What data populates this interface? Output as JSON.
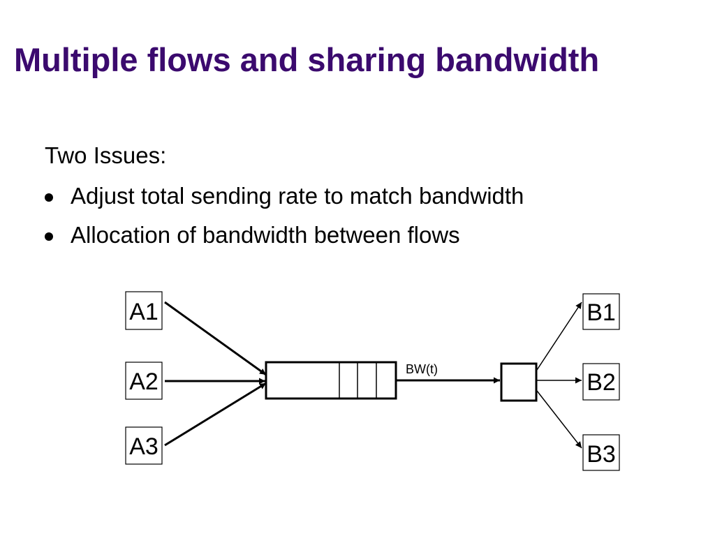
{
  "slide": {
    "title": "Multiple flows and sharing bandwidth",
    "intro": "Two Issues:",
    "bullets": [
      "Adjust total sending rate to match bandwidth",
      "Allocation of bandwidth between flows"
    ]
  },
  "colors": {
    "title": "#3b0a6e",
    "text": "#000000",
    "lines": "#000000",
    "background": "#ffffff"
  },
  "diagram": {
    "sources": [
      "A1",
      "A2",
      "A3"
    ],
    "destinations": [
      "B1",
      "B2",
      "B3"
    ],
    "queue_label": "",
    "link_label": "BW(t)",
    "queue_slots": 3
  }
}
